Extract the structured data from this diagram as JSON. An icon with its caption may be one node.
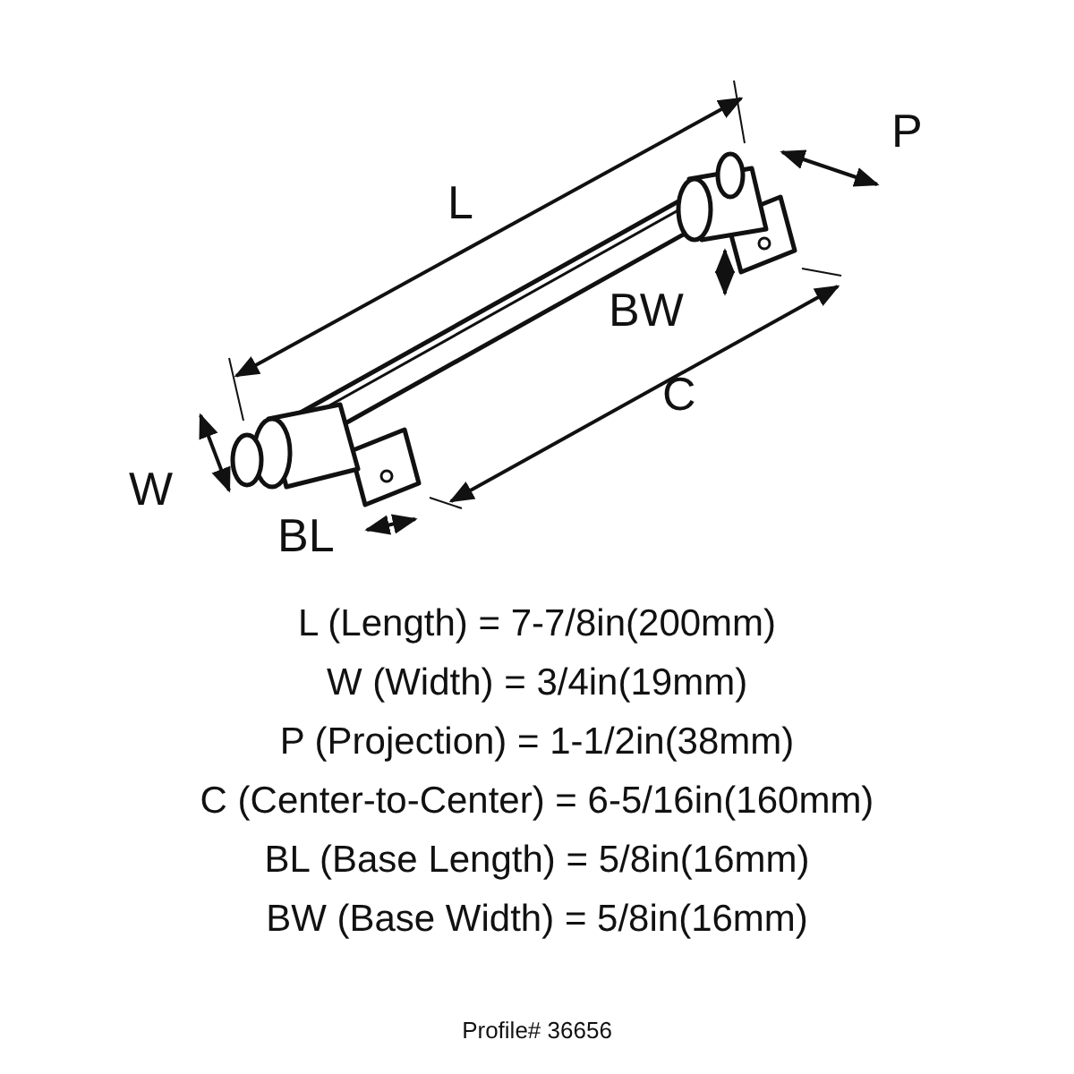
{
  "diagram": {
    "labels": [
      "L",
      "P",
      "BW",
      "C",
      "W",
      "BL",
      "L (Length) = 7-7/8in(200mm)",
      "W (Width) = 3/4in(19mm)",
      "P (Projection) = 1-1/2in(38mm)",
      "C (Center-to-Center) = 6-5/16in(160mm)",
      "BL (Base Length) = 5/8in(16mm)",
      "BW (Base Width) = 5/8in(16mm)",
      "Profile# 36656"
    ]
  }
}
